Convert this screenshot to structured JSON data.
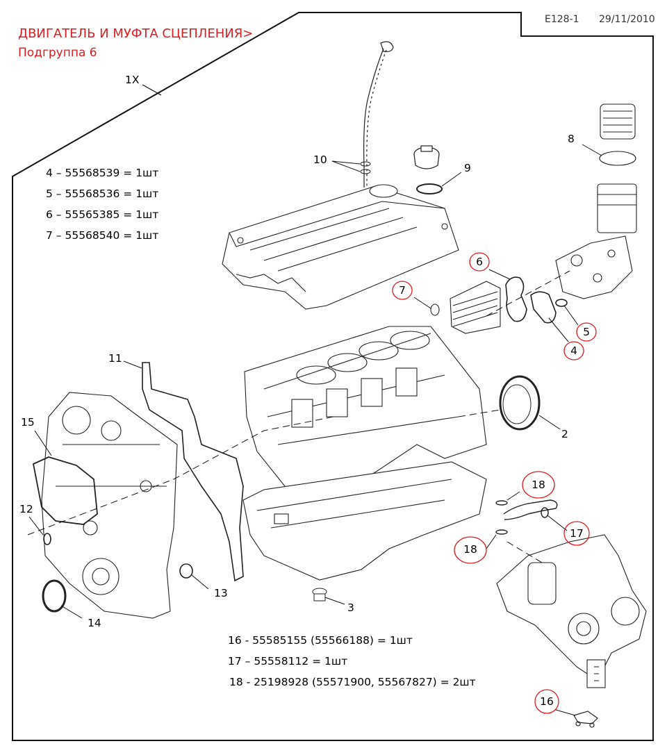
{
  "header": {
    "code": "E128-1",
    "date": "29/11/2010"
  },
  "title": "ДВИГАТЕЛЬ И МУФТА СЦЕПЛЕНИЯ>",
  "subtitle": "Подгруппа 6",
  "assembly_label": "1X",
  "parts_top": [
    "4 – 55568539 = 1шт",
    "5 – 55568536 = 1шт",
    "6 – 55565385 = 1шт",
    "7 – 55568540 = 1шт"
  ],
  "parts_bottom": [
    "16 - 55585155 (55566188) = 1шт",
    "17 – 55558112 = 1шт",
    "18 - 25198928 (55571900, 55567827) = 2шт"
  ],
  "callouts": {
    "c2": "2",
    "c3": "3",
    "c8": "8",
    "c9": "9",
    "c10": "10",
    "c11": "11",
    "c12": "12",
    "c13": "13",
    "c14": "14",
    "c15": "15"
  },
  "circled_callouts": {
    "c4": "4",
    "c5": "5",
    "c6": "6",
    "c7": "7",
    "c16": "16",
    "c17": "17",
    "c18a": "18",
    "c18b": "18"
  },
  "colors": {
    "highlight": "#e11b22",
    "line": "#111111"
  }
}
